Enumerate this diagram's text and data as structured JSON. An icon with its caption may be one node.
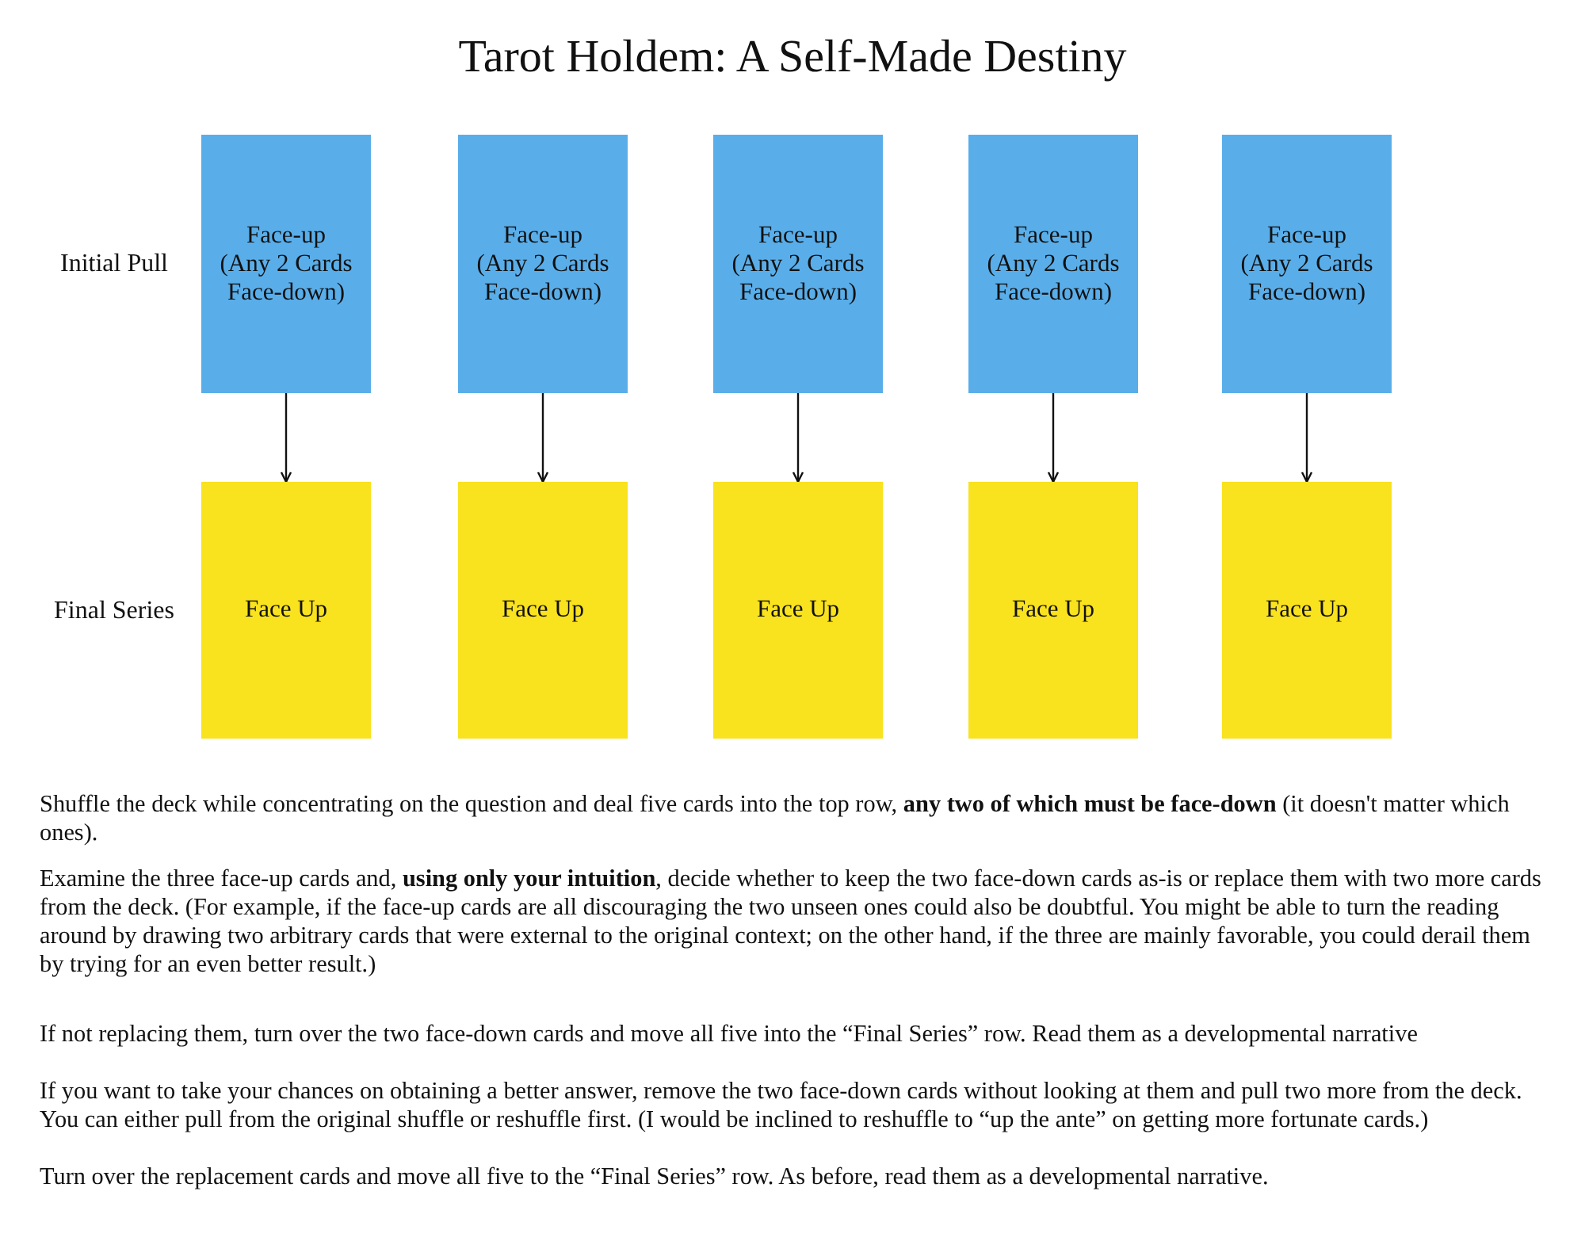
{
  "diagram": {
    "title": "Tarot Holdem: A Self-Made Destiny",
    "nodes": [
      {
        "text": [
          "Face-up",
          "(Any 2 Cards Face-down)"
        ]
      },
      {
        "text": [
          "Face-up",
          "(Any 2 Cards Face-down)"
        ]
      },
      {
        "text": [
          "Face-up",
          "(Any 2 Cards Face-down)"
        ]
      },
      {
        "text": [
          "Face-up",
          "(Any 2 Cards Face-down)"
        ]
      },
      {
        "text": [
          "Face-up",
          "(Any 2 Cards Face-down)"
        ]
      },
      {
        "text": [
          "Face Up"
        ]
      },
      {
        "text": [
          "Face Up"
        ]
      },
      {
        "text": [
          "Face Up"
        ]
      },
      {
        "text": [
          "Face Up"
        ]
      },
      {
        "text": [
          "Face Up"
        ]
      }
    ],
    "edges": [
      {
        "from": 0,
        "to": 5,
        "arrow": "to"
      },
      {
        "from": 1,
        "to": 6,
        "arrow": "to"
      },
      {
        "from": 2,
        "to": 7,
        "arrow": "to"
      },
      {
        "from": 3,
        "to": 8,
        "arrow": "to"
      },
      {
        "from": 4,
        "to": 9,
        "arrow": "to"
      }
    ],
    "labels": [
      "Initial Pull",
      "Final Series",
      "Shuffle the deck while concentrating on the question and deal five cards into the top row, **any two of which must be face-down** (it doesn't matter which ones).",
      "Examine the three face-up cards and, **using only your intuition**, decide whether to keep the two face-down cards as-is or replace them with two more cards from the deck. (For example, if the face-up cards are all discouraging the two unseen ones could also be doubtful. You might be able to turn the reading around by drawing two arbitrary cards that were external to the original context; on the other hand, if the three are mainly favorable, you could derail them by trying for an even better result.)",
      "If not replacing them, turn over the two face-down cards and move all five into the “Final Series” row. Read them as a developmental narrative",
      "If you want to take your chances on obtaining a better answer, remove the two face-down cards without looking at them and pull two more from the deck. You can either pull from the original shuffle or reshuffle first. (I would be inclined to reshuffle to “up the ante” on getting more fortunate cards.)",
      "Turn over the replacement cards and move all five to the “Final Series” row. As before, read them as a developmental narrative."
    ]
  }
}
